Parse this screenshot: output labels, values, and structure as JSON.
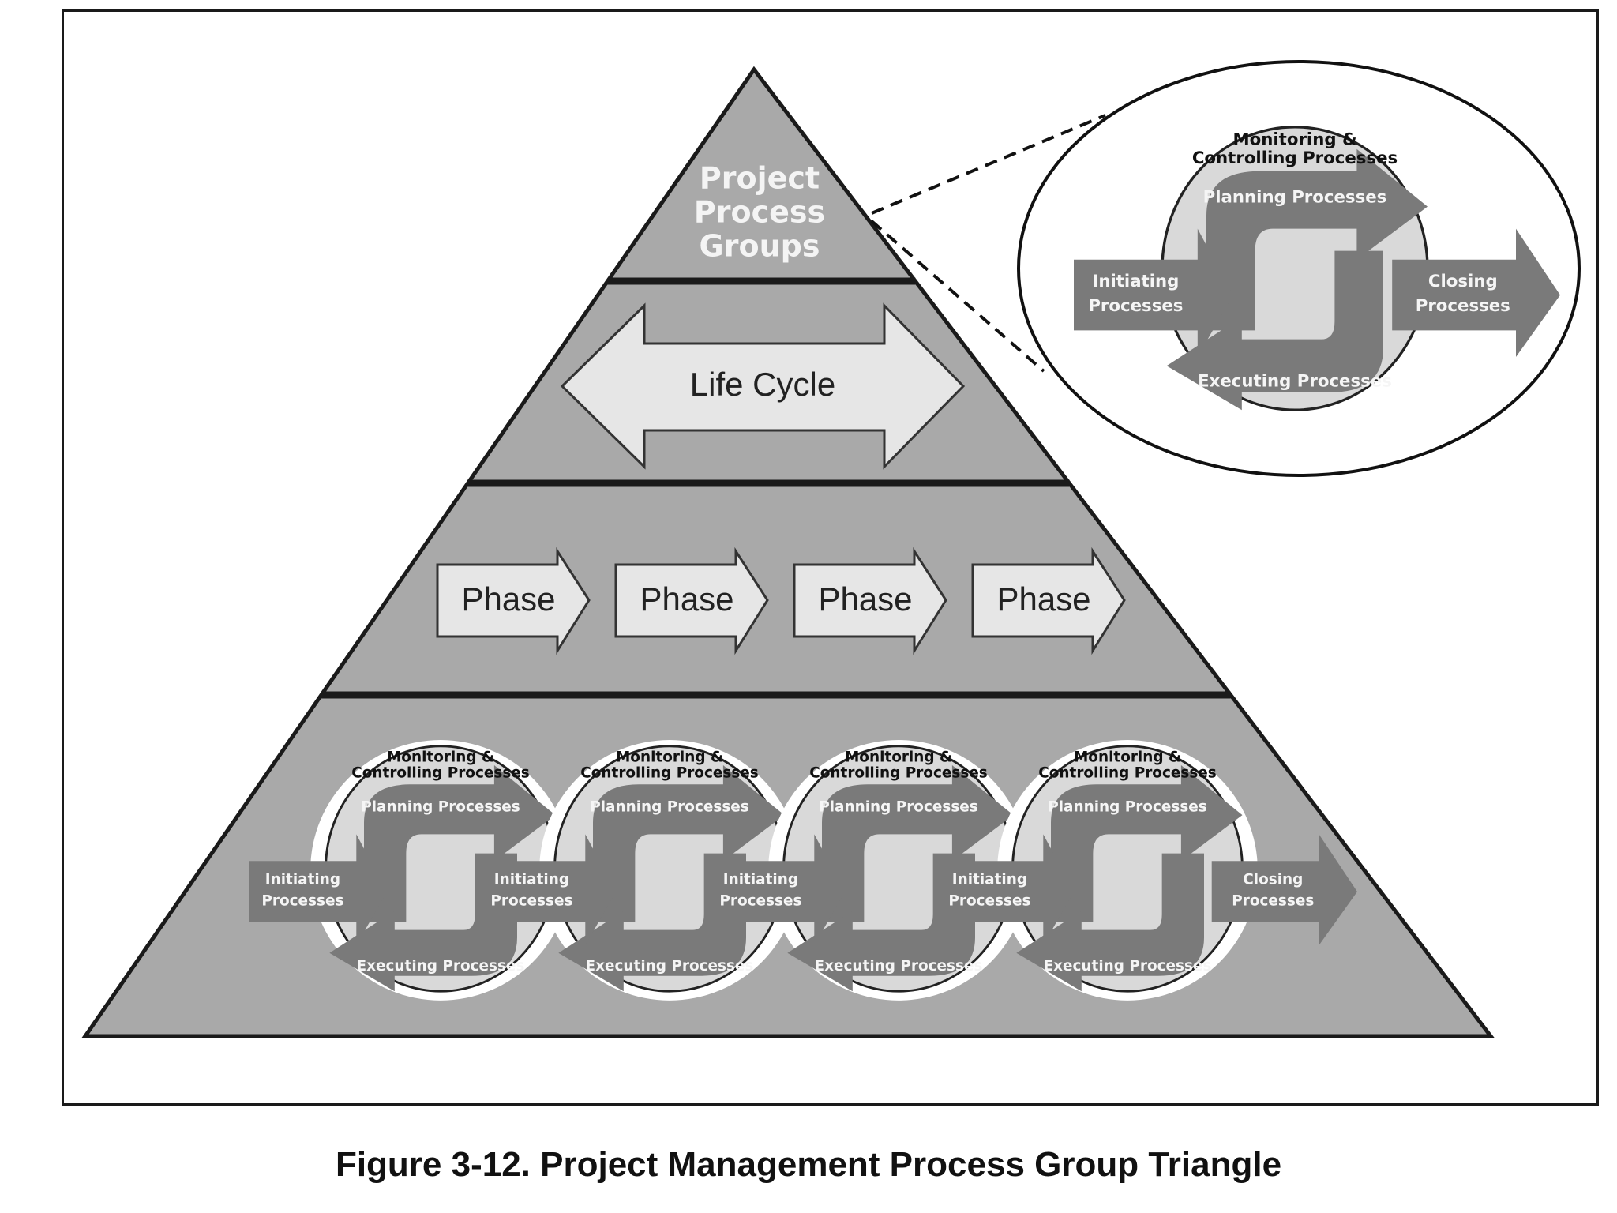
{
  "diagram": {
    "apex_label": [
      "Project",
      "Process",
      "Groups"
    ],
    "life_cycle_label": "Life Cycle",
    "phase_label": "Phase",
    "phase_count": 4,
    "cycle": {
      "monitoring": [
        "Monitoring &",
        "Controlling Processes"
      ],
      "planning": "Planning Processes",
      "initiating": [
        "Initiating",
        "Processes"
      ],
      "executing": "Executing Processes",
      "closing": [
        "Closing",
        "Processes"
      ]
    },
    "cycle_count": 4,
    "colors": {
      "triangle_fill": "#a9a9a9",
      "band_line": "#1a1a1a",
      "arrow_light": "#e6e6e6",
      "arrow_dark": "#7a7a7a",
      "circle_fill": "#d9d9d9",
      "ellipse_fill": "#bcbcbc"
    }
  },
  "caption": "Figure 3-12. Project Management Process Group Triangle"
}
